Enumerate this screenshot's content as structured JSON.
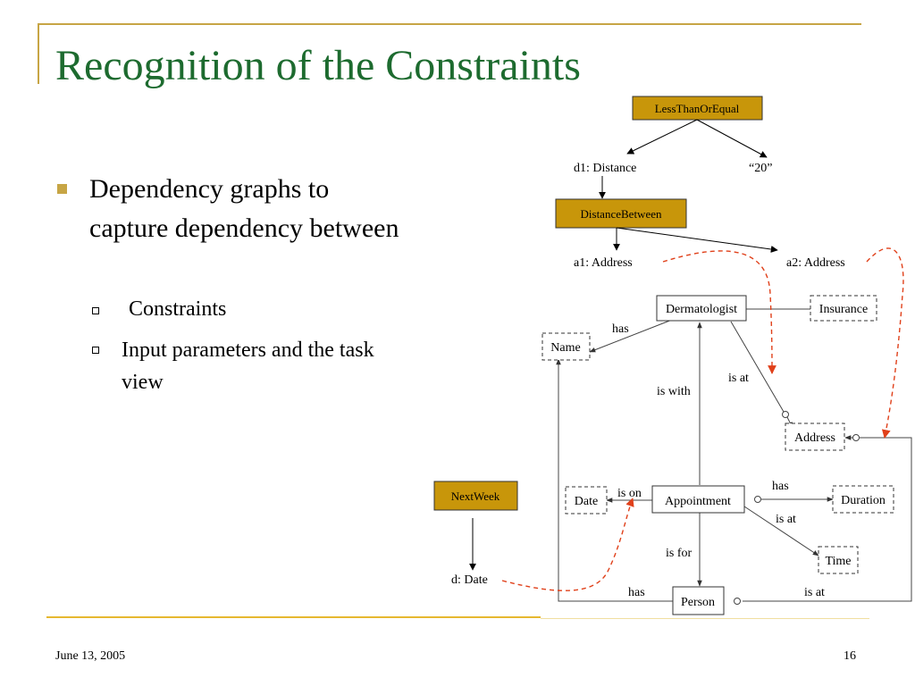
{
  "slide": {
    "title": "Recognition of the Constraints",
    "bullet": "Dependency graphs to capture dependency between",
    "sub_bullets": [
      "Constraints",
      "Input parameters and the task view"
    ],
    "footer_date": "June 13, 2005",
    "page_number": "16"
  },
  "colors": {
    "title": "#1d6b2f",
    "accent": "#c7a545",
    "box_fill": "#c8960a",
    "dashed_link": "#e0401a"
  },
  "diagram": {
    "constraint_nodes": [
      "LessThanOrEqual",
      "DistanceBetween",
      "NextWeek"
    ],
    "params": {
      "d1": "d1: Distance",
      "const": "“20”",
      "a1": "a1: Address",
      "a2": "a2: Address",
      "d": "d: Date"
    },
    "entities": {
      "dermatologist": "Dermatologist",
      "insurance": "Insurance",
      "name": "Name",
      "address": "Address",
      "date": "Date",
      "appointment": "Appointment",
      "duration": "Duration",
      "time": "Time",
      "person": "Person"
    },
    "edge_labels": {
      "has_name": "has",
      "is_at_derm": "is at",
      "is_with": "is with",
      "is_on": "is on",
      "has_duration": "has",
      "is_at_time": "is at",
      "is_for": "is for",
      "has_person": "has",
      "is_at_person": "is at",
      "arrow_mark": "->"
    }
  }
}
